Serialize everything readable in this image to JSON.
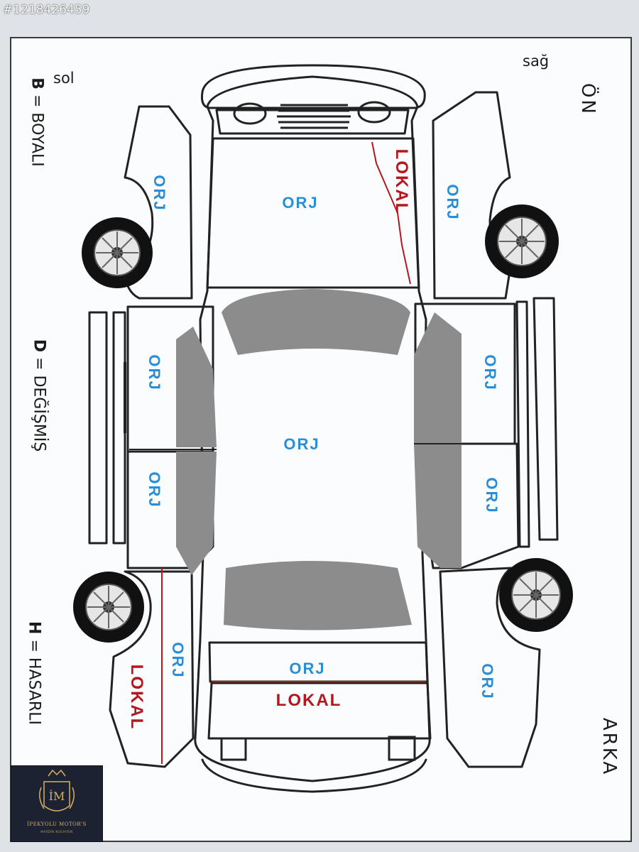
{
  "listing_id": "#1218426459",
  "legend": {
    "b": {
      "code": "B",
      "text": "= BOYALI"
    },
    "d": {
      "code": "D",
      "text": "= DEĞİŞMİŞ"
    },
    "h": {
      "code": "H",
      "text": "= HASARLI"
    }
  },
  "sides": {
    "left": "sol",
    "right": "sağ"
  },
  "orientation": {
    "front": "ÖN",
    "rear": "ARKA"
  },
  "panels": {
    "hood": "ORJ",
    "hood_right": "LOKAL",
    "roof": "ORJ",
    "trunk": "ORJ",
    "rear_bumper": "LOKAL",
    "left_front_fender": "ORJ",
    "left_front_door": "ORJ",
    "left_rear_door": "ORJ",
    "left_rear_fender": "ORJ",
    "left_rear_fender_lower": "LOKAL",
    "right_front_fender": "ORJ",
    "right_front_door": "ORJ",
    "right_rear_door": "ORJ",
    "right_rear_fender": "ORJ"
  },
  "logo": {
    "initials": "İM",
    "brand": "İPEKYOLU MOTOR'S",
    "sub": "MARDİN NUSAYBİN"
  },
  "colors": {
    "orj": "#2a8ed6",
    "lokal": "#b3181d",
    "glass": "#8c8c8c",
    "line": "#222222"
  }
}
